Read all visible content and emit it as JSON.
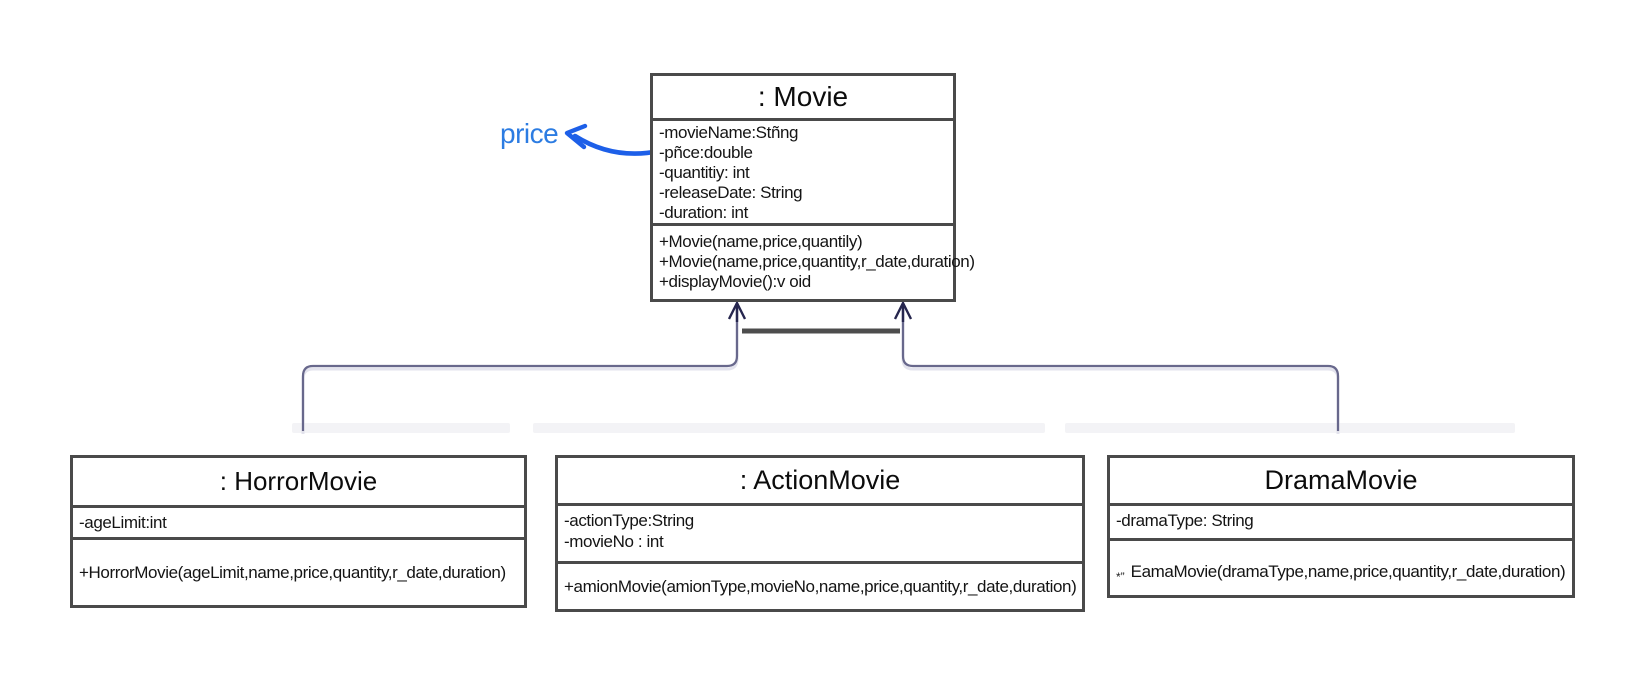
{
  "diagram": {
    "annotation": {
      "label": "price"
    },
    "classes": [
      {
        "title": ": Movie",
        "attributes": [
          "-movieName:Stñng",
          "-pñce:double",
          "-quantitiy: int",
          "-releaseDate: String",
          "-duration: int"
        ],
        "methods": [
          "+Movie(name,price,quantily)",
          "+Movie(name,price,quantity,r_date,duration)",
          "+displayMovie():v oid"
        ]
      },
      {
        "title": ": HorrorMovie",
        "attributes": [
          "-ageLimit:int"
        ],
        "methods": [
          "+HorrorMovie(ageLimit,name,price,quantity,r_date,duration)"
        ]
      },
      {
        "title": ": ActionMovie",
        "attributes": [
          "-actionType:String",
          "-movieNo : int"
        ],
        "methods": [
          "+amionMovie(amionType,movieNo,name,price,quantity,r_date,duration)"
        ]
      },
      {
        "title": "DramaMovie",
        "attributes": [
          "-dramaType: String"
        ],
        "method_prefix": "*”",
        "methods": [
          "EamaMovie(dramaType,name,price,quantity,r_date,duration)"
        ]
      }
    ],
    "colors": {
      "box_border": "#4a4a4a",
      "connector": "#68688c",
      "center_bar": "#4d4d4d",
      "arrowhead": "#26264e",
      "annotation_blue": "#1d5fe8",
      "annotation_text_blue": "#2c7ce2"
    }
  }
}
